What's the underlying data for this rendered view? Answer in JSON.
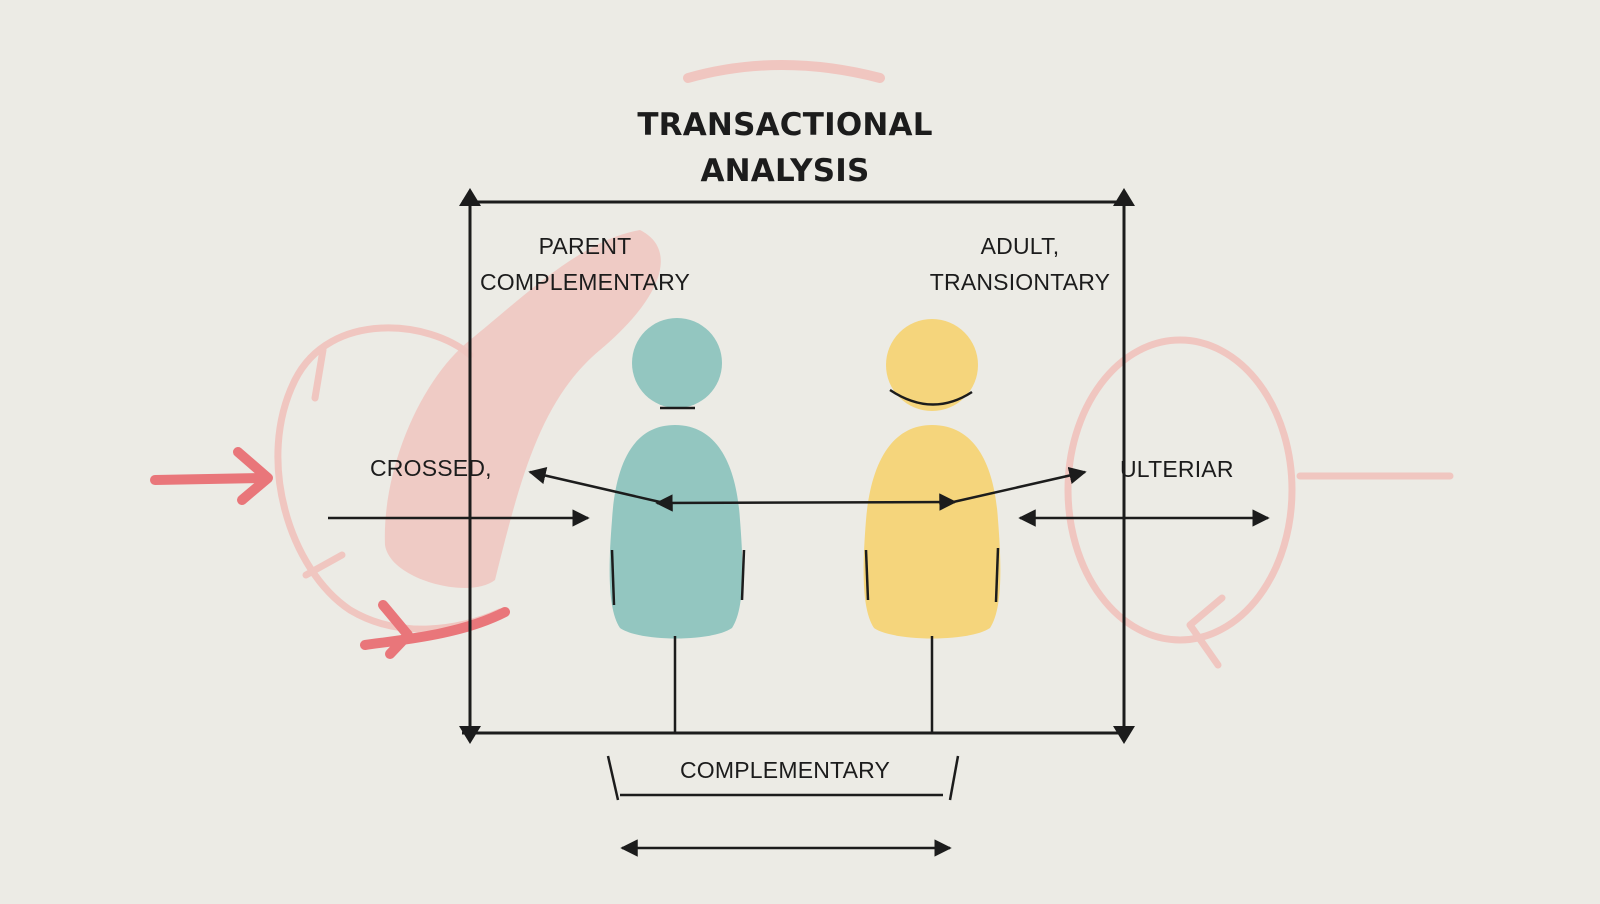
{
  "title": {
    "line1": "TRANSACTIONAL",
    "line2": "ANALYSIS"
  },
  "roles": {
    "left": {
      "line1": "PARENT",
      "line2": "COMPLEMENTARY"
    },
    "right": {
      "line1": "ADULT,",
      "line2": "TRANSIONTARY"
    }
  },
  "transactions": {
    "crossed": "CROSSED,",
    "ulterior": "ULTERIAR",
    "complementary": "COMPLEMENTARY"
  },
  "colors": {
    "background": "#ecebe5",
    "person_left": "#93c6c0",
    "person_right": "#f5d57c",
    "accent_pink": "#f0c6c0",
    "accent_red": "#e9767a",
    "ink": "#1c1c1c"
  }
}
